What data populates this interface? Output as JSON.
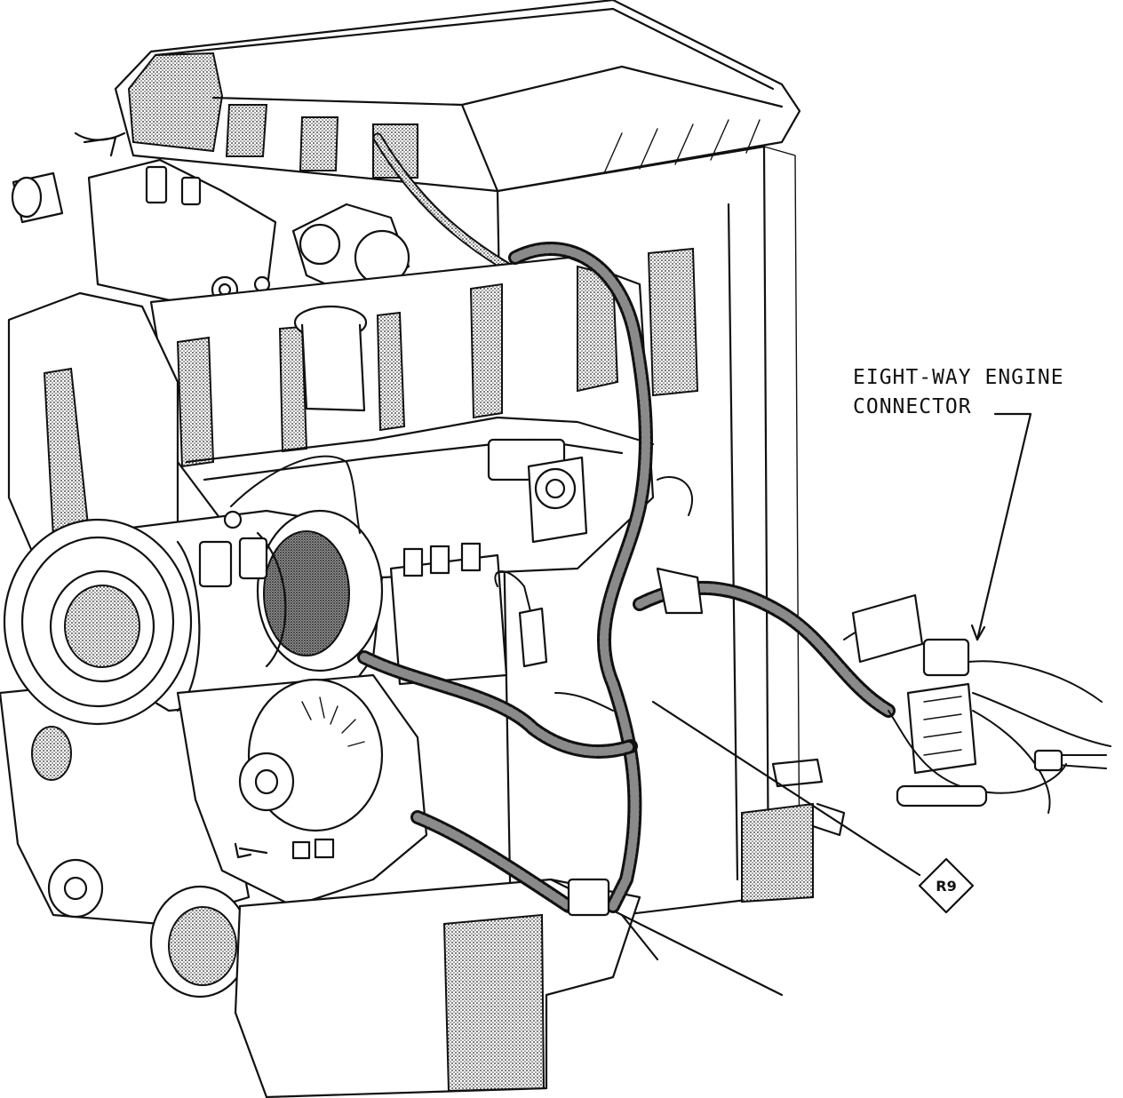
{
  "callouts": {
    "connector_label_line1": "EIGHT-WAY ENGINE",
    "connector_label_line2": "CONNECTOR"
  },
  "reference": {
    "tag": "R9"
  }
}
